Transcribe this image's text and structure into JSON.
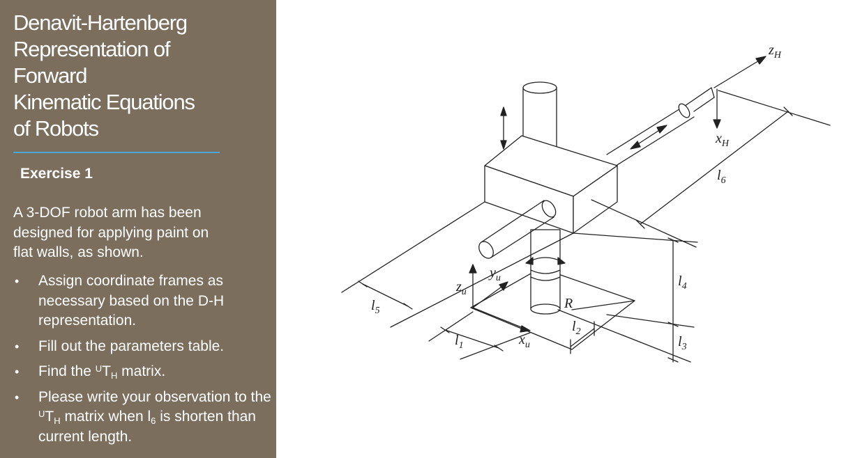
{
  "slide": {
    "title": "Denavit-Hartenberg\nRepresentation of\nForward\nKinematic Equations\nof Robots",
    "exercise_heading": "Exercise 1",
    "intro": "A 3-DOF robot arm has been\ndesigned for applying paint on\nflat walls, as shown."
  },
  "tasks": [
    {
      "bullet": "•",
      "pre": "Assign coordinate frames as necessary based on the D-H representation.",
      "sup": "",
      "base": "",
      "sub": "",
      "post": ""
    },
    {
      "bullet": "•",
      "pre": "Fill out the parameters table.",
      "sup": "",
      "base": "",
      "sub": "",
      "post": ""
    },
    {
      "bullet": "•",
      "pre": "Find the ",
      "sup": "U",
      "base": "T",
      "sub": "H",
      "post": " matrix."
    },
    {
      "bullet": "•",
      "pre": "Please write your observation to the ",
      "sup": "U",
      "base": "T",
      "sub": "H",
      "post": " matrix when l",
      "sub2": "6",
      "post2": " is shorten than current length."
    }
  ],
  "diagram_labels": {
    "zH_base": "z",
    "zH_sub": "H",
    "xH_base": "x",
    "xH_sub": "H",
    "l6_base": "l",
    "l6_sub": "6",
    "l4_base": "l",
    "l4_sub": "4",
    "l3_base": "l",
    "l3_sub": "3",
    "l5_base": "l",
    "l5_sub": "5",
    "l1_base": "l",
    "l1_sub": "1",
    "l2_base": "l",
    "l2_sub": "2",
    "yu_base": "y",
    "yu_sub": "u",
    "zu_base": "z",
    "zu_sub": "u",
    "xu_base": "x",
    "xu_sub": "u",
    "R": "R"
  },
  "colors": {
    "panel_background": "#7b6e5d",
    "divider": "#4aa6d6",
    "text": "#ffffff"
  }
}
